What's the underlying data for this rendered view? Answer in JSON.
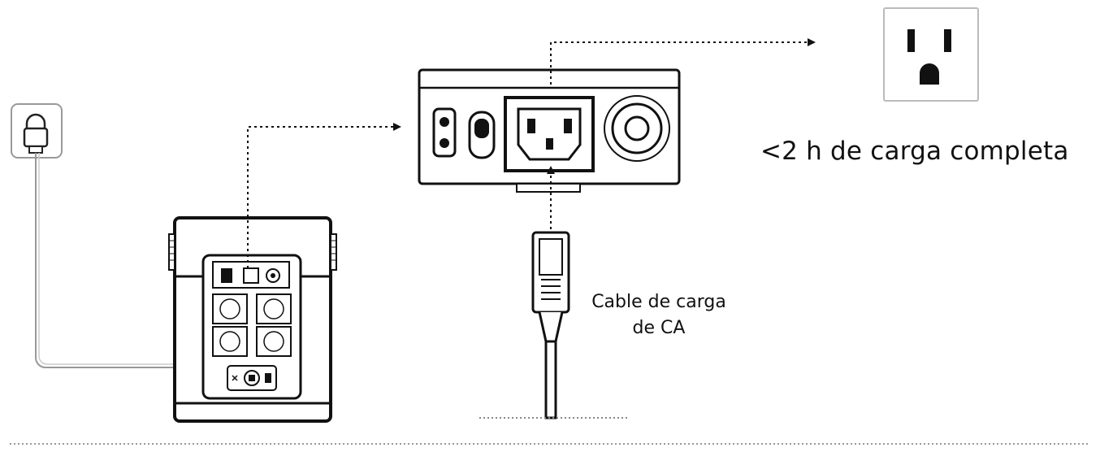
{
  "charge_time_text": "<2 h de carga completa",
  "cable_label": {
    "line1": "Cable de carga",
    "line2": "de CA"
  },
  "colors": {
    "stroke": "#111111",
    "background": "#ffffff",
    "faint": "#9a9a9a"
  },
  "icons": [
    "wall-plug-icon",
    "wall-outlet-icon",
    "power-station-icon",
    "ac-input-panel-icon",
    "ac-cable-plug-icon"
  ]
}
